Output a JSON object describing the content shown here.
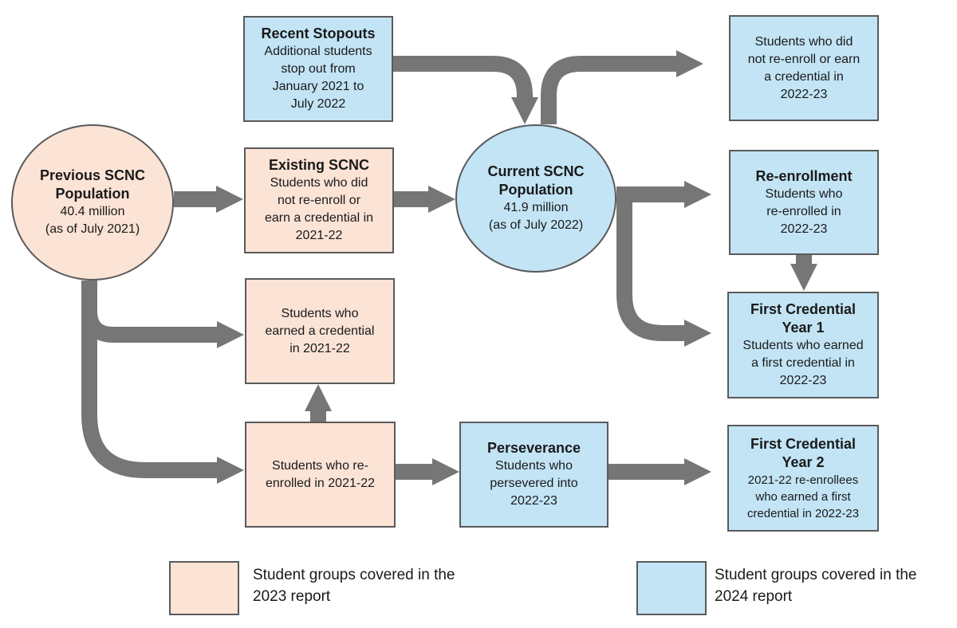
{
  "diagram": {
    "nodes": {
      "recent_stopouts": {
        "title": "Recent Stopouts",
        "lines": [
          "Additional students",
          "stop out from",
          "January 2021 to",
          "July 2022"
        ]
      },
      "previous_scnc": {
        "title_lines": [
          "Previous SCNC",
          "Population"
        ],
        "lines": [
          "40.4 million",
          "(as of July 2021)"
        ]
      },
      "existing_scnc": {
        "title": "Existing SCNC",
        "lines": [
          "Students who did",
          "not re-enroll or",
          "earn a credential in",
          "2021-22"
        ]
      },
      "current_scnc": {
        "title_lines": [
          "Current SCNC",
          "Population"
        ],
        "lines": [
          "41.9 million",
          "(as of July 2022)"
        ]
      },
      "not_reenroll_2223": {
        "lines": [
          "Students who did",
          "not re-enroll or earn",
          "a credential in",
          "2022-23"
        ]
      },
      "reenrollment": {
        "title": "Re-enrollment",
        "lines": [
          "Students who",
          "re-enrolled in",
          "2022-23"
        ]
      },
      "first_credential_y1": {
        "title_lines": [
          "First Credential",
          "Year 1"
        ],
        "lines": [
          "Students who earned",
          "a first credential in",
          "2022-23"
        ]
      },
      "earned_credential_2122": {
        "lines": [
          "Students who",
          "earned a credential",
          "in 2021-22"
        ]
      },
      "reenrolled_2122": {
        "lines": [
          "Students who re-",
          "enrolled in 2021-22"
        ]
      },
      "perseverance": {
        "title": "Perseverance",
        "lines": [
          "Students who",
          "persevered into",
          "2022-23"
        ]
      },
      "first_credential_y2": {
        "title_lines": [
          "First Credential",
          "Year 2"
        ],
        "lines": [
          "2021-22 re-enrollees",
          "who earned a first",
          "credential in 2022-23"
        ]
      }
    },
    "legend": [
      {
        "label_lines": [
          "Student groups covered in the",
          "2023 report"
        ],
        "color": "#fbe3d6"
      },
      {
        "label_lines": [
          "Student groups covered in the",
          "2024 report"
        ],
        "color": "#c2e4f5"
      }
    ],
    "colors": {
      "report_2023": "#fbe3d6",
      "report_2024": "#c2e4f5",
      "arrow": "#767676",
      "border": "#5a5a5a"
    }
  }
}
